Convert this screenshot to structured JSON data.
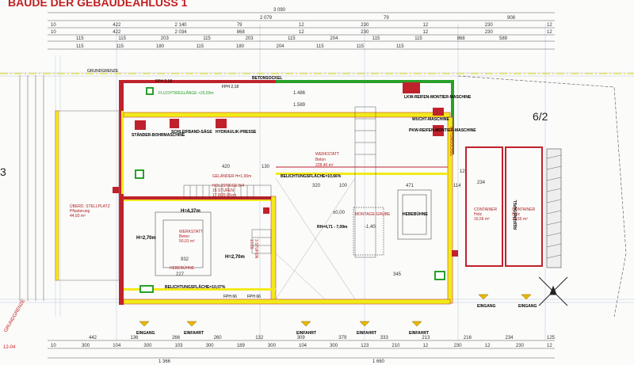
{
  "header": {
    "title_fragment": "BAUDE DER GEBÄUDEAHLUSS 1"
  },
  "top_dims": {
    "total": "3 090",
    "row2": [
      "2 079",
      "79",
      "908"
    ],
    "row3": [
      "10",
      "422",
      "2 140",
      "79",
      "12",
      "230",
      "12",
      "230",
      "12"
    ],
    "row4": [
      "10",
      "422",
      "2 034",
      "868",
      "12",
      "230",
      "12",
      "230",
      "12"
    ],
    "row5": [
      "115",
      "115",
      "203",
      "115",
      "203",
      "115",
      "204",
      "115",
      "115",
      "868",
      "589"
    ],
    "row6": [
      "115",
      "115",
      "180",
      "115",
      "180",
      "204",
      "115",
      "115",
      "115"
    ]
  },
  "labels": {
    "grundgrenze": "GRUNDGRENZE",
    "betonsockel_top": "BETONSOCKEL",
    "betonsockel_right": "BETONSOCKEL",
    "fph_1": "FPH 2,18",
    "fph_2": "FPH 2,18",
    "fluchtweg": "FLUCHTWEGLÄNGE <26,50m",
    "d1486": "1.486",
    "d1589": "1.589",
    "lkw": "LKW-REIFEN-MONTIER-MASCHINE",
    "wucht": "WUCHT-MASCHINE",
    "pkw": "PKW-REIFEN-MONTIER-MASCHINE",
    "staender": "STÄNDER-BOHRMASCHINE",
    "schleif": "SCHLEIFBAND-SÄGE",
    "hydraulik": "HYDRAULIK-PRESSE",
    "werkstatt_title": "WERKSTATT",
    "werkstatt_floor": "Beton",
    "werkstatt_area": "228,40 m²",
    "gelaender": "GELÄNDER H=1,00m",
    "holzstiege": "HOLZSTIEGE 8/4",
    "stufen": "15 STUFEN",
    "stufen_dim": "17,8/29,95cm",
    "belicht_top": "BELICHTUNGSFLÄCHE=10,66%",
    "belicht_bottom": "BELICHTUNGSFLÄCHE=10,07%",
    "ueberd": "ÜBERD. STELLPLATZ",
    "ueberd_floor": "Pflasterung",
    "ueberd_area": "44,93 m²",
    "h437": "H=4,37m",
    "h270a": "H=2,70m",
    "h270b": "H=2,70m",
    "werkstatt2_title": "WERKSTATT",
    "werkstatt2_floor": "Beton",
    "werkstatt2_area": "50,01 m²",
    "hebebuehne_left": "HEBEBÜHNE",
    "hebebuehne_right": "HEBEBÜHNE",
    "montagegrube": "MONTAGE-GRUBE",
    "stufen3": "3 STUFEN",
    "stufen3_dim": "17/29",
    "rh": "RH=4,71 - 7,09m",
    "pm000": "±0,00",
    "m140": "-1,40",
    "container1_title": "CONTAINER",
    "container1_floor": "Holz",
    "container1_area": "16,56 m²",
    "container2_title": "CONTAINER",
    "container2_floor": "Holz",
    "container2_area": "16,56 m²",
    "reifen": "REIFENSTAPEL",
    "plot_number": "6/2",
    "left_fragment": "3",
    "grenze_left": "GRUNDGRENZE",
    "grenze_date": "12-04",
    "fph_b1": "FPH 66",
    "fph_b2": "FPH 66",
    "eingang1": "EINGANG",
    "einfahrt1": "EINFAHRT",
    "einfahrt2": "EINFAHRT",
    "einfahrt3": "EINFAHRT",
    "einfahrt4": "EINFAHRT",
    "eingang2": "EINGANG",
    "eingang3": "EINGANG",
    "d420": "420",
    "d130": "130",
    "d320": "320",
    "d100": "100",
    "d471": "471",
    "d234": "234",
    "d114": "114",
    "d12": "12",
    "d345": "345",
    "d932": "932",
    "d227": "227"
  },
  "bottom_dims": {
    "row1": [
      "442",
      "136",
      "266",
      "260",
      "132",
      "309",
      "379",
      "333",
      "213",
      "216",
      "234",
      "125"
    ],
    "row2": [
      "10",
      "300",
      "104",
      "300",
      "103",
      "300",
      "189",
      "300",
      "104",
      "300",
      "123",
      "210",
      "12",
      "230",
      "12",
      "230",
      "12"
    ],
    "row3": [
      "1 366",
      "1 660"
    ]
  },
  "colors": {
    "wall_red": "#c0222b",
    "wall_yellow": "#f2ea1a",
    "wall_green": "#2aa02a",
    "window_yellow": "#f2ea1a",
    "dim_line": "#555555",
    "grid": "#9bb0c8"
  }
}
